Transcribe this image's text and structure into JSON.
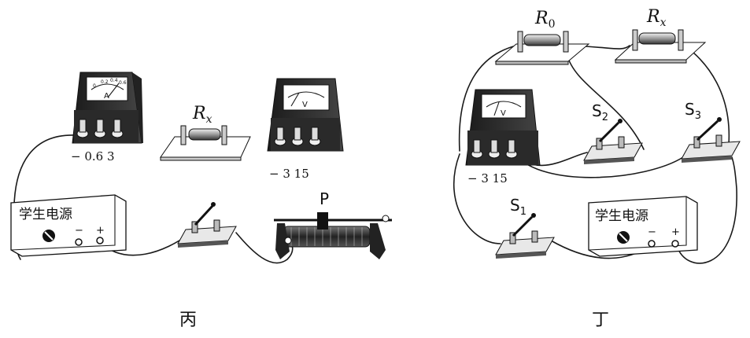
{
  "left_circuit": {
    "ammeter": {
      "dial_label": "A",
      "scale": [
        "0",
        "0.2",
        "0.4",
        "0.6"
      ],
      "terminals": "−  0.6  3"
    },
    "resistor": {
      "symbol": "R",
      "subscript": "x"
    },
    "voltmeter": {
      "dial_label": "V",
      "terminals": "−  3  15"
    },
    "rheostat": {
      "slider_label": "P"
    },
    "power_supply": {
      "label": "学生电源",
      "minus": "−",
      "plus": "+"
    },
    "caption": "丙"
  },
  "right_circuit": {
    "resistor_r0": {
      "symbol": "R",
      "subscript": "0"
    },
    "resistor_rx": {
      "symbol": "R",
      "subscript": "x"
    },
    "voltmeter": {
      "dial_label": "V",
      "terminals": "−  3  15"
    },
    "switch_s1": {
      "symbol": "S",
      "subscript": "1"
    },
    "switch_s2": {
      "symbol": "S",
      "subscript": "2"
    },
    "switch_s3": {
      "symbol": "S",
      "subscript": "3"
    },
    "power_supply": {
      "label": "学生电源",
      "minus": "−",
      "plus": "+"
    },
    "caption": "丁"
  }
}
